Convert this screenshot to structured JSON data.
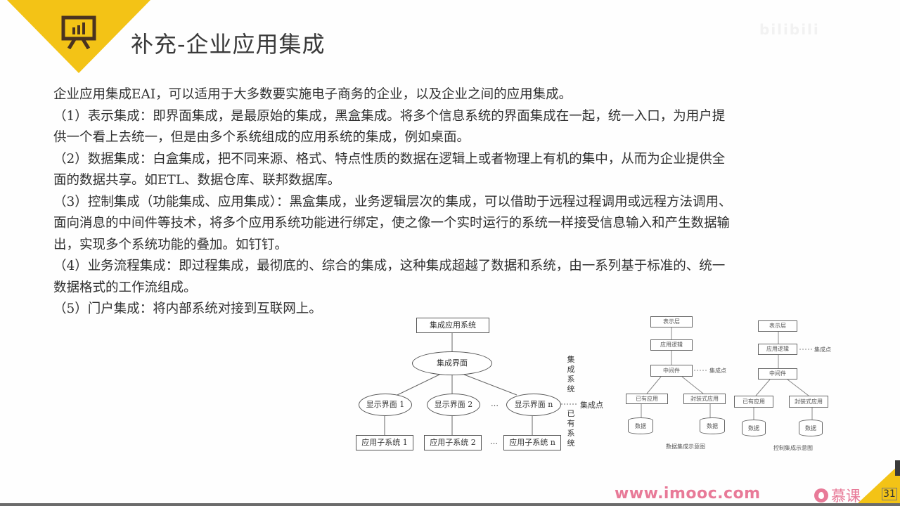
{
  "slide": {
    "title": "补充-企业应用集成",
    "icon": "presentation-chart-icon",
    "accent_color": "#f3c316",
    "watermark": "bilibili",
    "body": [
      "企业应用集成EAI，可以适用于大多数要实施电子商务的企业，以及企业之间的应用集成。",
      "（1）表示集成：即界面集成，是最原始的集成，黑盒集成。将多个信息系统的界面集成在一起，统一入口，为用户提",
      "供一个看上去统一，但是由多个系统组成的应用系统的集成，例如桌面。",
      "（2）数据集成：白盒集成，把不同来源、格式、特点性质的数据在逻辑上或者物理上有机的集中，从而为企业提供全",
      "面的数据共享。如ETL、数据仓库、联邦数据库。",
      "（3）控制集成（功能集成、应用集成）：黑盒集成，业务逻辑层次的集成，可以借助于远程过程调用或远程方法调用、",
      "面向消息的中间件等技术，将多个应用系统功能进行绑定，使之像一个实时运行的系统一样接受信息输入和产生数据输",
      "出，实现多个系统功能的叠加。如钉钉。",
      "（4）业务流程集成：即过程集成，最彻底的、综合的集成，这种集成超越了数据和系统，由一系列基于标准的、统一",
      "数据格式的工作流组成。",
      "（5）门户集成：将内部系统对接到互联网上。"
    ]
  },
  "diagram_presentation": {
    "top": "集成应用系统",
    "center": "集成界面",
    "displays": [
      "显示界面 1",
      "显示界面 2",
      "显示界面 n"
    ],
    "subsystems": [
      "应用子系统 1",
      "应用子系统 2",
      "应用子系统 n"
    ],
    "ellipsis": "…",
    "side_integrated": "集成系统",
    "side_existing": "已有系统",
    "integration_point": "集成点"
  },
  "diagram_data": {
    "layers": [
      "表示层",
      "应用逻辑",
      "中间件"
    ],
    "apps": [
      "已有应用",
      "封装式应用"
    ],
    "db": [
      "数据",
      "数据"
    ],
    "integration_point": "集成点",
    "caption": "数据集成示意图"
  },
  "diagram_control": {
    "layers": [
      "表示层",
      "应用逻辑",
      "中间件"
    ],
    "apps": [
      "已有应用",
      "封装式应用"
    ],
    "db": [
      "数据",
      "数据"
    ],
    "integration_point": "集成点",
    "caption": "控制集成示意图"
  },
  "footer": {
    "url": "www.imooc.com",
    "brand": "慕课",
    "page": "31"
  }
}
